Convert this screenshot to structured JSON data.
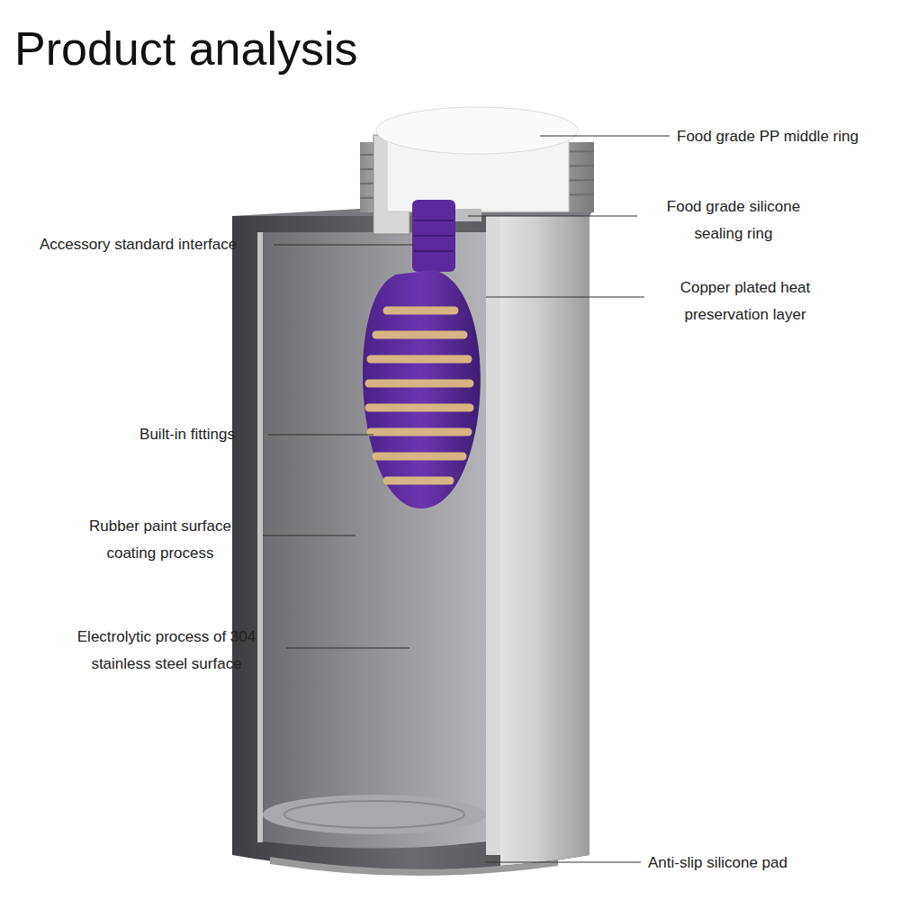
{
  "diagram": {
    "title": "Product analysis",
    "labels": [
      "Food grade PP middle ring",
      "Food grade silicone sealing ring",
      "Accessory standard interface",
      "Copper plated heat preservation layer",
      "Built-in fittings",
      "Rubber paint surface coating process",
      "Electrolytic process of 304 stainless steel surface",
      "Anti-slip silicone pad"
    ]
  }
}
